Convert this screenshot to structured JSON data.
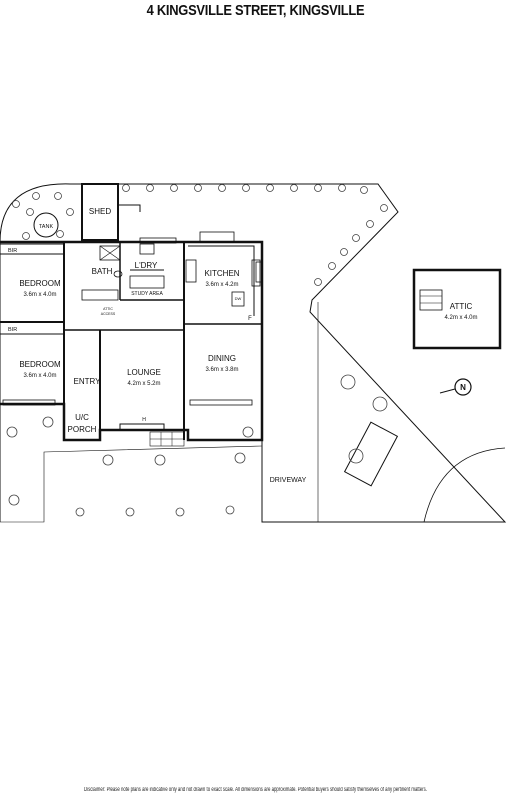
{
  "title": "4 KINGSVILLE STREET, KINGSVILLE",
  "rooms": {
    "tank": "TANK",
    "shed": "SHED",
    "bir1": "BIR",
    "bir2": "BIR",
    "bedroom1": {
      "name": "BEDROOM",
      "size": "3.6m x 4.0m"
    },
    "bedroom2": {
      "name": "BEDROOM",
      "size": "3.6m x 4.0m"
    },
    "bath": "BATH",
    "laundry": "L'DRY",
    "study": "STUDY AREA",
    "attic_access_1": "ATTIC",
    "attic_access_2": "ACCESS",
    "kitchen": {
      "name": "KITCHEN",
      "size": "3.6m x 4.2m"
    },
    "dining": {
      "name": "DINING",
      "size": "3.6m x 3.8m"
    },
    "lounge": {
      "name": "LOUNGE",
      "size": "4.2m x 5.2m"
    },
    "entry": "ENTRY",
    "porch_1": "U/C",
    "porch_2": "PORCH",
    "driveway": "DRIVEWAY",
    "attic": {
      "name": "ATTIC",
      "size": "4.2m x 4.0m"
    },
    "fridge": "F",
    "dw": "DW",
    "heater": "H",
    "compass": "N"
  },
  "disclaimer": "Disclaimer: Please note plans are indicative only and not drawn to exact scale. All dimensions are approximate. Potential buyers should satisfy themselves of any pertinent matters."
}
